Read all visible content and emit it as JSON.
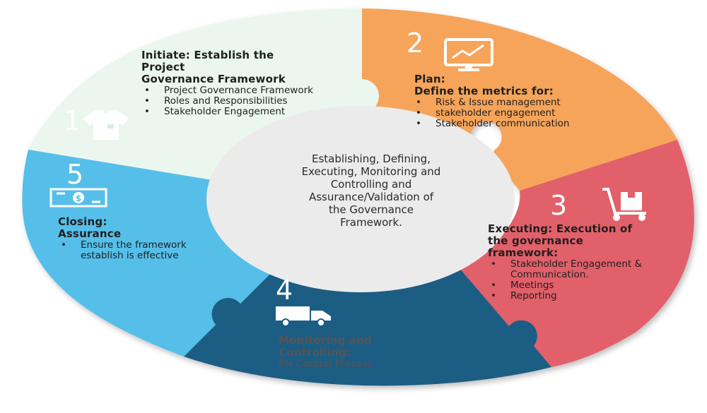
{
  "center_text": [
    "Establishing, Defining,",
    "Executing, Monitoring and",
    "Controlling and",
    "Assurance/Validation of",
    "the Governance",
    "Framework."
  ],
  "colors": {
    "initiate": "#eaf6ee",
    "plan": "#f6a45a",
    "execute": "#e2606a",
    "monitor": "#1e5d84",
    "closing": "#55bfe9",
    "hub": "#ebebeb"
  },
  "segments": {
    "initiate": {
      "number": "1",
      "icon": "shirt-icon",
      "heading": [
        "Initiate: Establish the",
        "Project",
        "Governance Framework"
      ],
      "items": [
        "Project Governance Framework",
        "Roles and Responsibilities",
        "Stakeholder Engagement"
      ]
    },
    "plan": {
      "number": "2",
      "icon": "monitor-chart-icon",
      "heading": [
        "Plan:",
        "Define the metrics for:"
      ],
      "items": [
        "Risk & Issue management",
        "stakeholder engagement",
        "Stakeholder communication"
      ]
    },
    "execute": {
      "number": "3",
      "icon": "hand-truck-icon",
      "heading": [
        "Executing: Execution of",
        "the governance",
        "framework:"
      ],
      "items": [
        "Stakeholder Engagement & Communication.",
        "Meetings",
        "Reporting"
      ]
    },
    "monitor": {
      "number": "4",
      "icon": "truck-icon",
      "heading": [
        "Monitoring and",
        "Controlling:"
      ],
      "subtext": "PM Control Process"
    },
    "closing": {
      "number": "5",
      "icon": "money-icon",
      "heading": [
        "Closing:",
        "Assurance"
      ],
      "items": [
        "Ensure the framework establish is effective"
      ]
    }
  }
}
